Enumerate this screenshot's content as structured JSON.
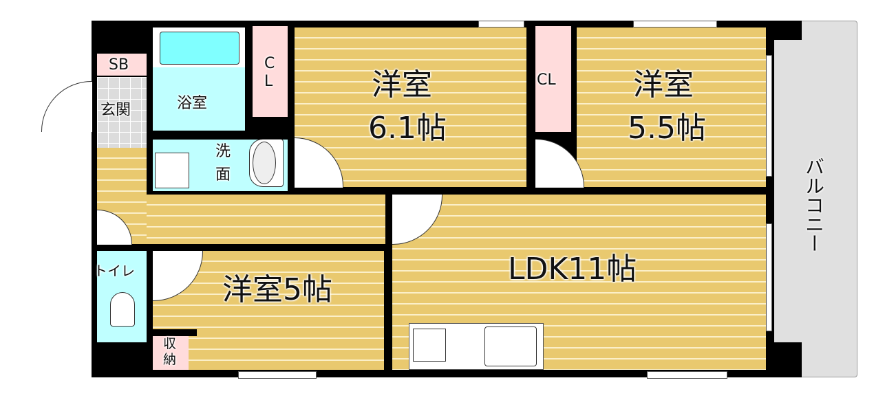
{
  "rooms": {
    "western_room_1": {
      "name": "洋室",
      "size": "6.1帖"
    },
    "western_room_2": {
      "name": "洋室",
      "size": "5.5帖"
    },
    "western_room_3": {
      "label": "洋室5帖"
    },
    "ldk": {
      "label": "LDK11帖"
    },
    "bathroom": {
      "label": "浴室"
    },
    "washroom": {
      "line1": "洗",
      "line2": "面"
    },
    "closet_1": {
      "line1": "C",
      "line2": "L"
    },
    "closet_2": {
      "label": "CL"
    },
    "shoe_box": {
      "label": "SB"
    },
    "entrance": {
      "label": "玄関"
    },
    "toilet": {
      "label": "トイレ"
    },
    "storage": {
      "line1": "収",
      "line2": "納"
    },
    "balcony": {
      "label": "バルコニー"
    }
  },
  "colors": {
    "floor": "#e9c96f",
    "wet_area": "#bfffff",
    "closet": "#ffdcdc",
    "balcony": "#e0e0e0",
    "wall": "#000000"
  }
}
